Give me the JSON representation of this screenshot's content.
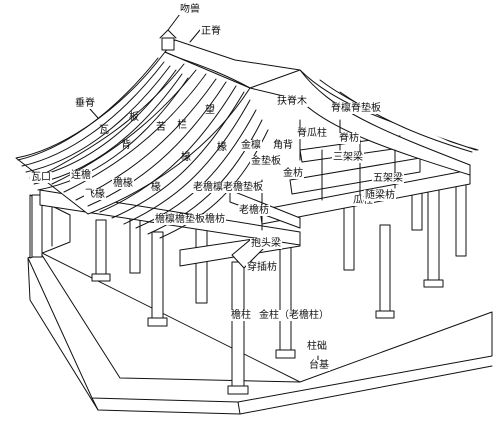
{
  "diagram": {
    "labels": {
      "wenshou": "吻兽",
      "zhengji": "正脊",
      "chuiji": "垂脊",
      "fuji_mu": "扶脊木",
      "jiji_dianban": "脊檩脊垫板",
      "jifang": "脊枋",
      "wa": "瓦",
      "ban": "板",
      "ku": "苦",
      "bei": "背",
      "wangban": "望",
      "lan": "栏",
      "yuan": "椽",
      "yuan2": "椽",
      "yuan3": "椽",
      "jinlin": "金檩",
      "jiaobei": "角背",
      "jigua_zhu": "脊瓜柱",
      "jindianban": "金垫板",
      "jinfang": "金枋",
      "sanjialiang": "三架梁",
      "wakou": "瓦口",
      "lianyan": "连檐",
      "feiyuan": "飞椽",
      "yanyuan": "檐椽",
      "laoyanlin": "老檐檩老檐垫板",
      "laoyanfang": "老檐枋",
      "yanlin_row": "檐檩檐垫板檐枋",
      "guazhu": "瓜柱",
      "wujialiang": "五架梁",
      "suiliangfang": "随梁枋",
      "baotouliang": "抱头梁",
      "chuanchafang": "穿插枋",
      "yanzhu": "檐柱",
      "jinzhu": "金柱（老檐柱）",
      "zhuchu": "柱础",
      "taiji": "台基"
    },
    "colors": {
      "ink": "#111111",
      "paper": "#ffffff"
    }
  }
}
